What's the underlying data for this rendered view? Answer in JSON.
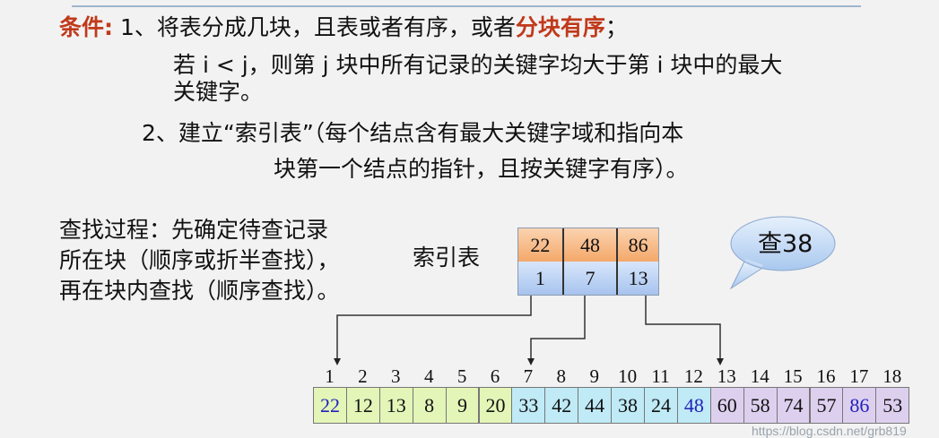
{
  "condition": {
    "label": "条件:",
    "line1_prefix": "1、将表分成几块，且表或者有序，或者",
    "line1_red": "分块有序",
    "line1_suffix": "；",
    "line2": "若 i < j，则第 j 块中所有记录的关键字均大于第 i 块中的最大",
    "line3": "关键字。",
    "line4": "2、建立“索引表”（每个结点含有最大关键字域和指向本",
    "line5": "块第一个结点的指针，且按关键字有序）。"
  },
  "process": {
    "lines": [
      "查找过程：先确定待查记录",
      "所在块（顺序或折半查找），",
      "再在块内查找（顺序查找）。"
    ]
  },
  "index_table": {
    "label": "索引表",
    "max_keys": [
      "22",
      "48",
      "86"
    ],
    "pointers": [
      "1",
      "7",
      "13"
    ]
  },
  "bubble": {
    "text": "查38"
  },
  "array": {
    "indices": [
      "1",
      "2",
      "3",
      "4",
      "5",
      "6",
      "7",
      "8",
      "9",
      "10",
      "11",
      "12",
      "13",
      "14",
      "15",
      "16",
      "17",
      "18"
    ],
    "values": [
      "22",
      "12",
      "13",
      "8",
      "9",
      "20",
      "33",
      "42",
      "44",
      "38",
      "24",
      "48",
      "60",
      "58",
      "74",
      "57",
      "86",
      "53"
    ],
    "highlight": [
      0,
      11,
      16
    ],
    "block_colors": [
      "#e4f5b8",
      "#bfeaf6",
      "#ddd0ef"
    ],
    "highlight_color": "#2222bb"
  },
  "watermark": "https://blog.csdn.net/grb819"
}
